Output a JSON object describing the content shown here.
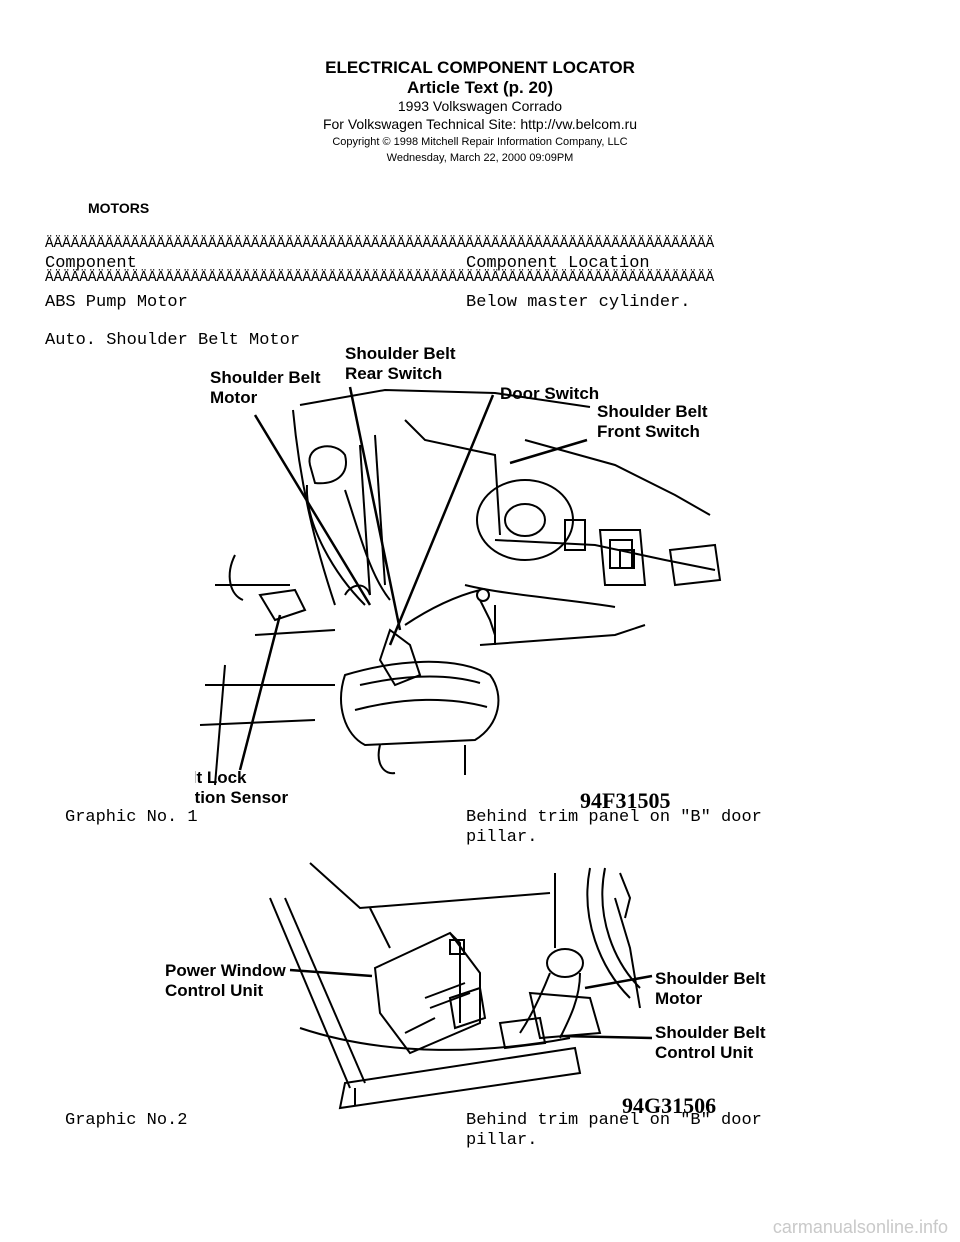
{
  "header": {
    "title": "ELECTRICAL COMPONENT LOCATOR",
    "subtitle": "Article Text (p. 20)",
    "vehicle": "1993 Volkswagen Corrado",
    "site": "For Volkswagen Technical Site:  http://vw.belcom.ru",
    "copyright": "Copyright © 1998 Mitchell Repair Information Company, LLC",
    "date": "Wednesday, March 22, 2000  09:09PM"
  },
  "section_title": "MOTORS",
  "rule_text": "ÄÄÄÄÄÄÄÄÄÄÄÄÄÄÄÄÄÄÄÄÄÄÄÄÄÄÄÄÄÄÄÄÄÄÄÄÄÄÄÄÄÄÄÄÄÄÄÄÄÄÄÄÄÄÄÄÄÄÄÄÄÄÄÄÄÄÄÄÄÄÄÄÄÄÄÄÄÄ",
  "table": {
    "col1_header": "Component",
    "col2_header": "Component Location",
    "rows": [
      {
        "component": "ABS Pump Motor",
        "location": "Below master cylinder."
      },
      {
        "component": "Auto. Shoulder Belt Motor",
        "location": ""
      }
    ]
  },
  "figure1": {
    "labels": {
      "motor_line1": "Shoulder Belt",
      "motor_line2": "Motor",
      "rear_line1": "Shoulder Belt",
      "rear_line2": "Rear Switch",
      "door": "Door Switch",
      "front_line1": "Shoulder Belt",
      "front_line2": "Front Switch",
      "lock_line1": "Belt Lock",
      "lock_line2": "Motion Sensor"
    },
    "id": "94F31505",
    "caption": "Graphic No. 1",
    "location_line1": "Behind trim panel on \"B\" door",
    "location_line2": "pillar."
  },
  "figure2": {
    "labels": {
      "pwcu_line1": "Power Window",
      "pwcu_line2": "Control Unit",
      "motor_line1": "Shoulder Belt",
      "motor_line2": "Motor",
      "cu_line1": "Shoulder Belt",
      "cu_line2": "Control Unit"
    },
    "id": "94G31506",
    "caption": "Graphic No.2",
    "location_line1": "Behind trim panel on \"B\" door",
    "location_line2": "pillar."
  },
  "watermark": "carmanualsonline.info"
}
